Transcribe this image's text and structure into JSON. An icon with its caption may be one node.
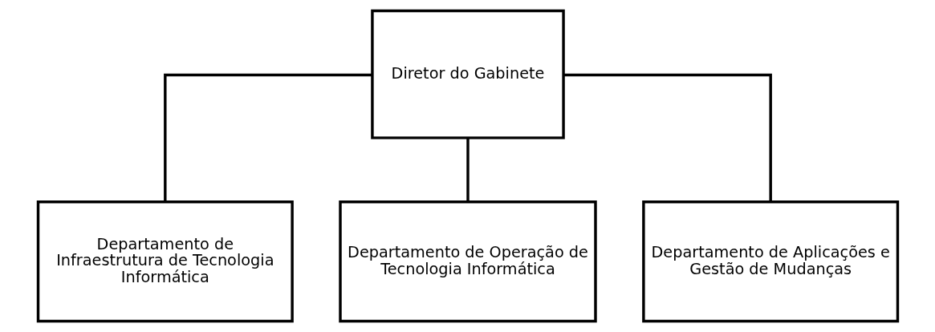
{
  "diagram": {
    "nodes": [
      {
        "text": [
          "Diretor do Gabinete"
        ]
      },
      {
        "text": [
          "Departamento de Infraestrutura de Tecnologia Informática"
        ]
      },
      {
        "text": [
          "Departamento de Operação de Tecnologia Informática"
        ]
      },
      {
        "text": [
          "Departamento de Aplicações e Gestão de Mudanças"
        ]
      }
    ],
    "edges": [
      {
        "from": 0,
        "to": 1,
        "arrow": "none"
      },
      {
        "from": 0,
        "to": 2,
        "arrow": "none"
      },
      {
        "from": 0,
        "to": 3,
        "arrow": "none"
      }
    ]
  }
}
